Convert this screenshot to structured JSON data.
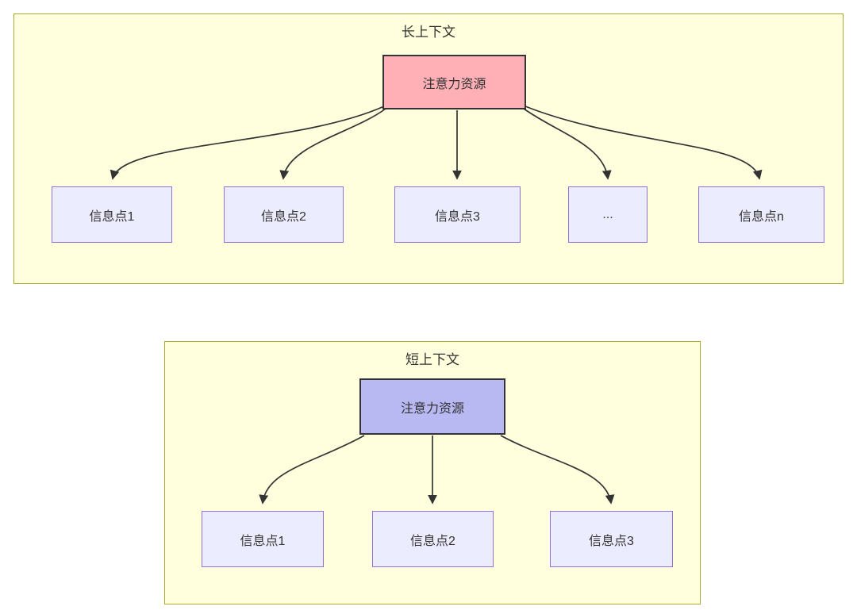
{
  "diagram": {
    "long_context": {
      "title": "长上下文",
      "attention_label": "注意力资源",
      "nodes": [
        "信息点1",
        "信息点2",
        "信息点3",
        "...",
        "信息点n"
      ]
    },
    "short_context": {
      "title": "短上下文",
      "attention_label": "注意力资源",
      "nodes": [
        "信息点1",
        "信息点2",
        "信息点3"
      ]
    }
  },
  "colors": {
    "container_bg": "#ffffde",
    "container_border": "#aaaa33",
    "node_bg": "#ececff",
    "node_border": "#9370db",
    "attention_long_bg": "#ffb0b7",
    "attention_short_bg": "#b8b8f2",
    "attention_border": "#333333",
    "arrow": "#333333",
    "text": "#333333"
  }
}
